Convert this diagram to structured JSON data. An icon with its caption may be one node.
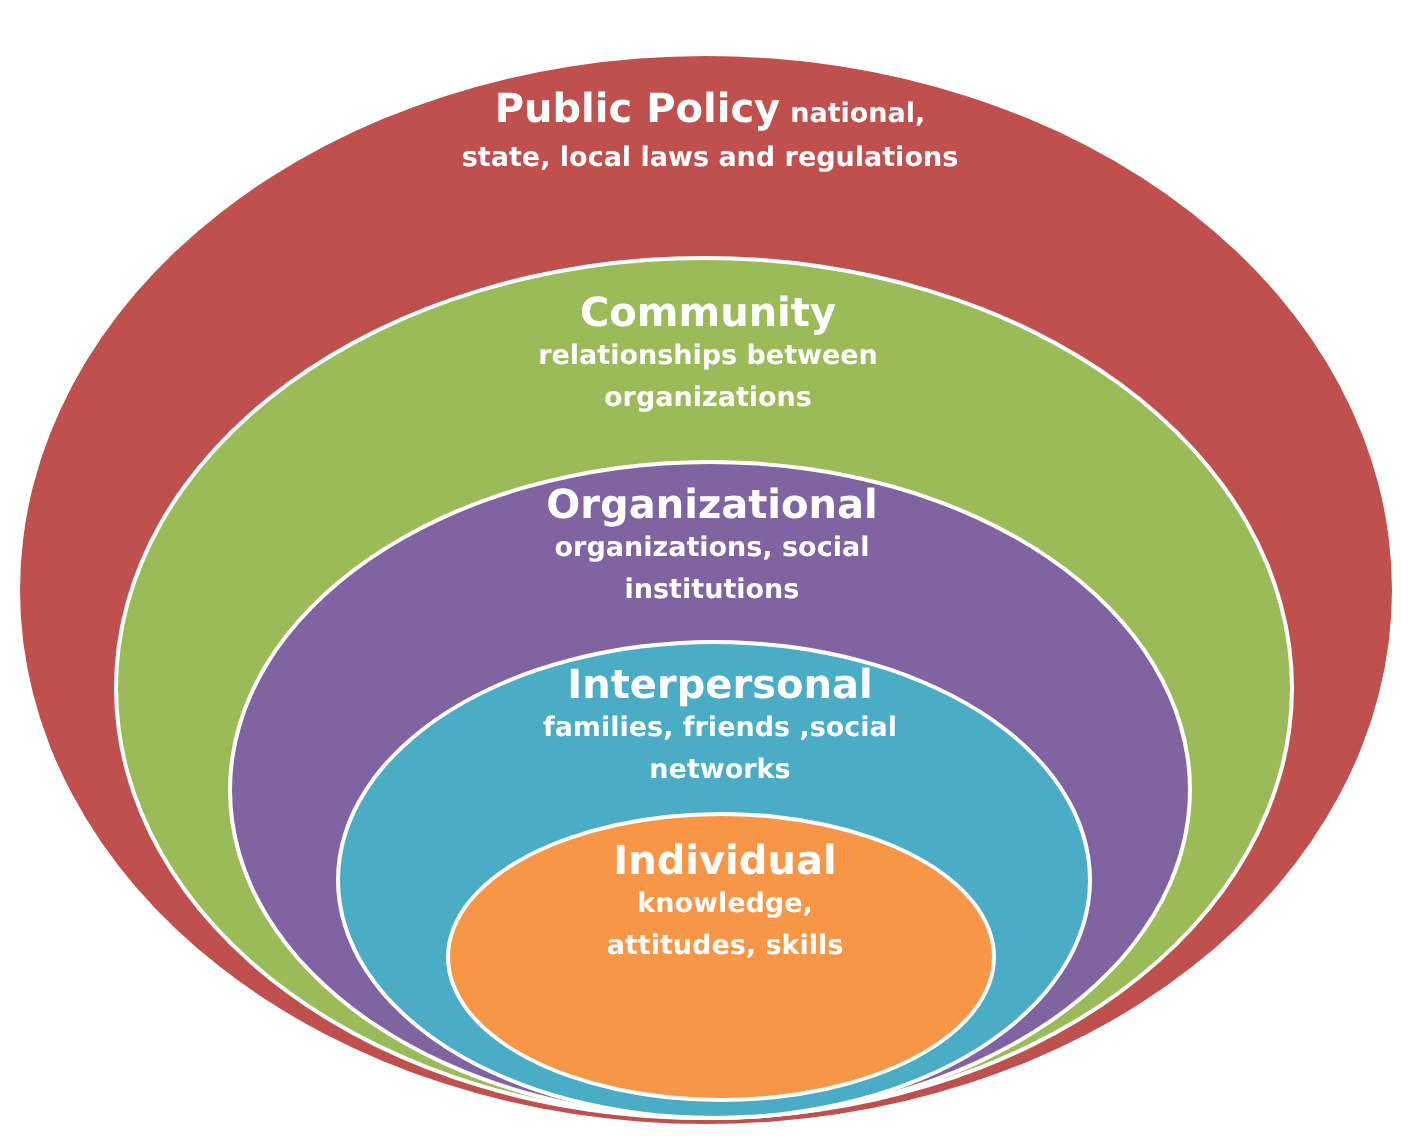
{
  "diagram": {
    "nodes": [
      {
        "text": [
          "Public Policy",
          "national, state, local laws and regulations"
        ]
      },
      {
        "text": [
          "Community",
          "relationships between organizations"
        ],
        "in": 0
      },
      {
        "text": [
          "Organizational",
          "organizations, social institutions"
        ],
        "in": 1
      },
      {
        "text": [
          "Interpersonal",
          "families, friends ,social networks"
        ],
        "in": 2
      },
      {
        "text": [
          "Individual",
          "knowledge, attitudes, skills"
        ],
        "in": 3
      }
    ]
  }
}
